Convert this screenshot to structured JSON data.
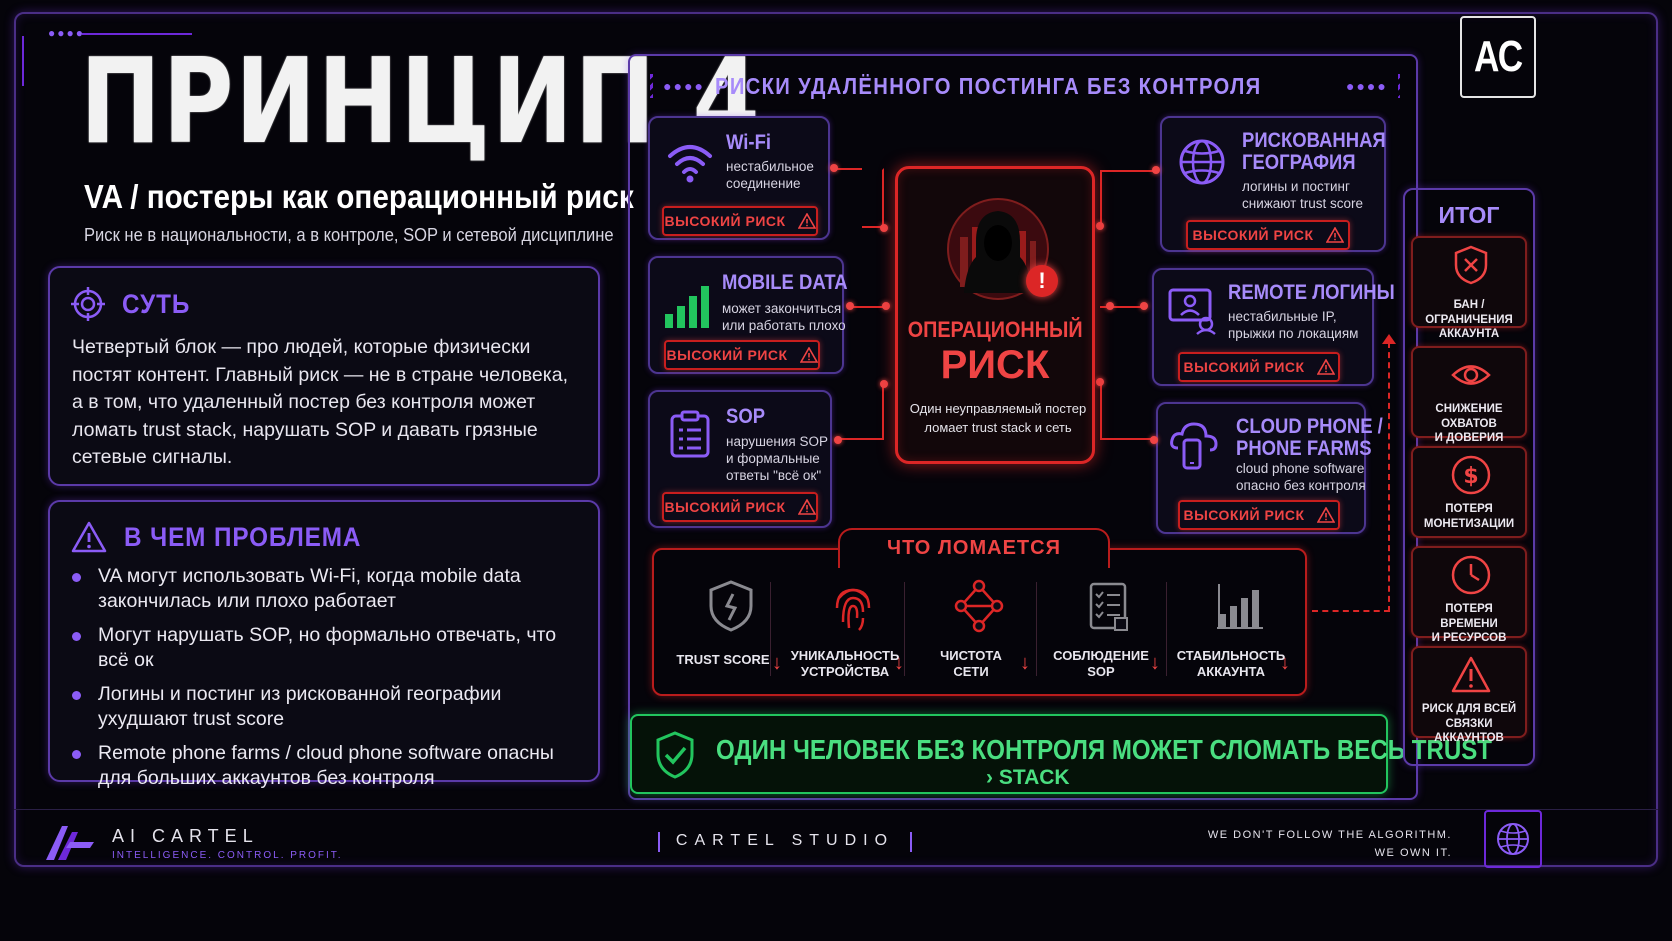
{
  "header": {
    "title": "ПРИНЦИП 4",
    "subtitle": "VA / постеры как операционный риск",
    "tagline": "Риск не в национальности, а в контроле, SOP и сетевой дисциплине"
  },
  "essence": {
    "heading": "СУТЬ",
    "text": "Четвертый блок — про людей, которые физически постят контент. Главный риск — не в стране человека, а в том, что удаленный постер без контроля может ломать trust stack, нарушать SOP и давать грязные сетевые сигналы."
  },
  "problem": {
    "heading": "В ЧЕМ ПРОБЛЕМА",
    "items": [
      "VA могут использовать Wi-Fi, когда mobile data закончилась или плохо работает",
      "Могут нарушать SOP, но формально отвечать, что всё ок",
      "Логины и постинг из рискованной географии ухудшают trust score",
      "Remote phone farms / cloud phone software опасны для больших аккаунтов без контроля"
    ]
  },
  "diagram": {
    "title": "РИСКИ УДАЛЁННОГО ПОСТИНГА БЕЗ КОНТРОЛЯ",
    "badge": "ВЫСОКИЙ РИСК",
    "left_risks": [
      {
        "title": "Wi-Fi",
        "desc": [
          "нестабильное",
          "соединение"
        ],
        "icon": "wifi-icon"
      },
      {
        "title": "MOBILE DATA",
        "desc": [
          "может закончиться",
          "или работать плохо"
        ],
        "icon": "signal-bars-icon"
      },
      {
        "title": "SOP",
        "desc": [
          "нарушения SOP",
          "и формальные",
          "ответы \"всё ок\""
        ],
        "icon": "clipboard-icon"
      }
    ],
    "right_risks": [
      {
        "title": [
          "РИСКОВАННАЯ",
          "ГЕОГРАФИЯ"
        ],
        "desc": [
          "логины и постинг",
          "снижают trust score"
        ],
        "icon": "globe-icon"
      },
      {
        "title": [
          "REMOTE ЛОГИНЫ"
        ],
        "desc": [
          "нестабильные IP,",
          "прыжки по локациям"
        ],
        "icon": "remote-user-icon"
      },
      {
        "title": [
          "CLOUD PHONE /",
          "PHONE FARMS"
        ],
        "desc": [
          "cloud phone software",
          "опасно без контроля"
        ],
        "icon": "cloud-phone-icon"
      }
    ],
    "center": {
      "line1": "ОПЕРАЦИОННЫЙ",
      "line2": "РИСК",
      "desc": "Один неуправляемый постер ломает trust stack и сеть"
    }
  },
  "broken": {
    "title": "ЧТО ЛОМАЕТСЯ",
    "items": [
      {
        "label": [
          "TRUST SCORE"
        ],
        "icon": "shield-crack-icon"
      },
      {
        "label": [
          "УНИКАЛЬНОСТЬ",
          "УСТРОЙСТВА"
        ],
        "icon": "fingerprint-icon"
      },
      {
        "label": [
          "ЧИСТОТА",
          "СЕТИ"
        ],
        "icon": "network-icon"
      },
      {
        "label": [
          "СОБЛЮДЕНИЕ",
          "SOP"
        ],
        "icon": "checklist-icon"
      },
      {
        "label": [
          "СТАБИЛЬНОСТЬ",
          "АККАУНТА"
        ],
        "icon": "bar-chart-icon"
      }
    ],
    "arrow": "↓"
  },
  "banner": {
    "line1": "ОДИН ЧЕЛОВЕК БЕЗ КОНТРОЛЯ МОЖЕТ СЛОМАТЬ ВЕСЬ TRUST",
    "line2": "› STACK"
  },
  "itog": {
    "title": "ИТОГ",
    "items": [
      {
        "label": [
          "БАН / ОГРАНИЧЕНИЯ",
          "АККАУНТА"
        ],
        "icon": "shield-x-icon"
      },
      {
        "label": [
          "СНИЖЕНИЕ ОХВАТОВ",
          "И ДОВЕРИЯ"
        ],
        "icon": "eye-icon"
      },
      {
        "label": [
          "ПОТЕРЯ",
          "МОНЕТИЗАЦИИ"
        ],
        "icon": "dollar-icon"
      },
      {
        "label": [
          "ПОТЕРЯ ВРЕМЕНИ",
          "И РЕСУРСОВ"
        ],
        "icon": "clock-icon"
      },
      {
        "label": [
          "РИСК ДЛЯ ВСЕЙ",
          "СВЯЗКИ АККАУНТОВ"
        ],
        "icon": "warning-icon"
      }
    ]
  },
  "logo": {
    "text": "AC"
  },
  "footer": {
    "brand": "AI CARTEL",
    "motto": "INTELLIGENCE. CONTROL. PROFIT.",
    "studio": "CARTEL STUDIO",
    "slogan1": "WE DON'T FOLLOW THE ALGORITHM.",
    "slogan2": "WE OWN IT."
  },
  "colors": {
    "accent": "#8b5cf6",
    "danger": "#ef4444",
    "success": "#4ade80",
    "background": "#05040a"
  }
}
